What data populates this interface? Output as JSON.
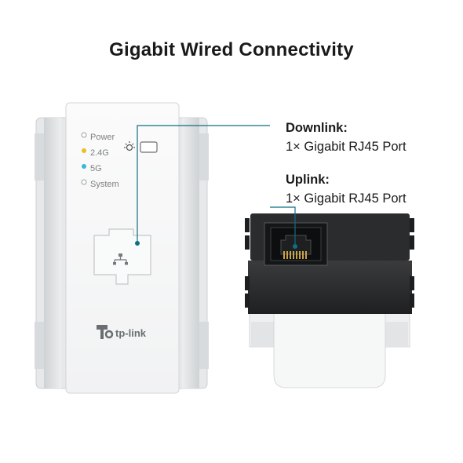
{
  "title": "Gigabit Wired Connectivity",
  "downlink": {
    "heading": "Downlink:",
    "detail": "1× Gigabit RJ45 Port"
  },
  "uplink": {
    "heading": "Uplink:",
    "detail": "1× Gigabit RJ45 Port"
  },
  "leds": [
    {
      "label": "Power",
      "color": "#ffffff"
    },
    {
      "label": "2.4G",
      "color": "#e8c020"
    },
    {
      "label": "5G",
      "color": "#3bb7d8"
    },
    {
      "label": "System",
      "color": "#ffffff"
    }
  ],
  "brand": "tp-link",
  "colors": {
    "accent": "#0f6f82",
    "panel": "#f4f5f5",
    "back": "#2b2c2e"
  },
  "icons": [
    "led-light-icon",
    "ethernet-network-icon",
    "tp-link-logo-icon",
    "rj45-port-icon"
  ]
}
